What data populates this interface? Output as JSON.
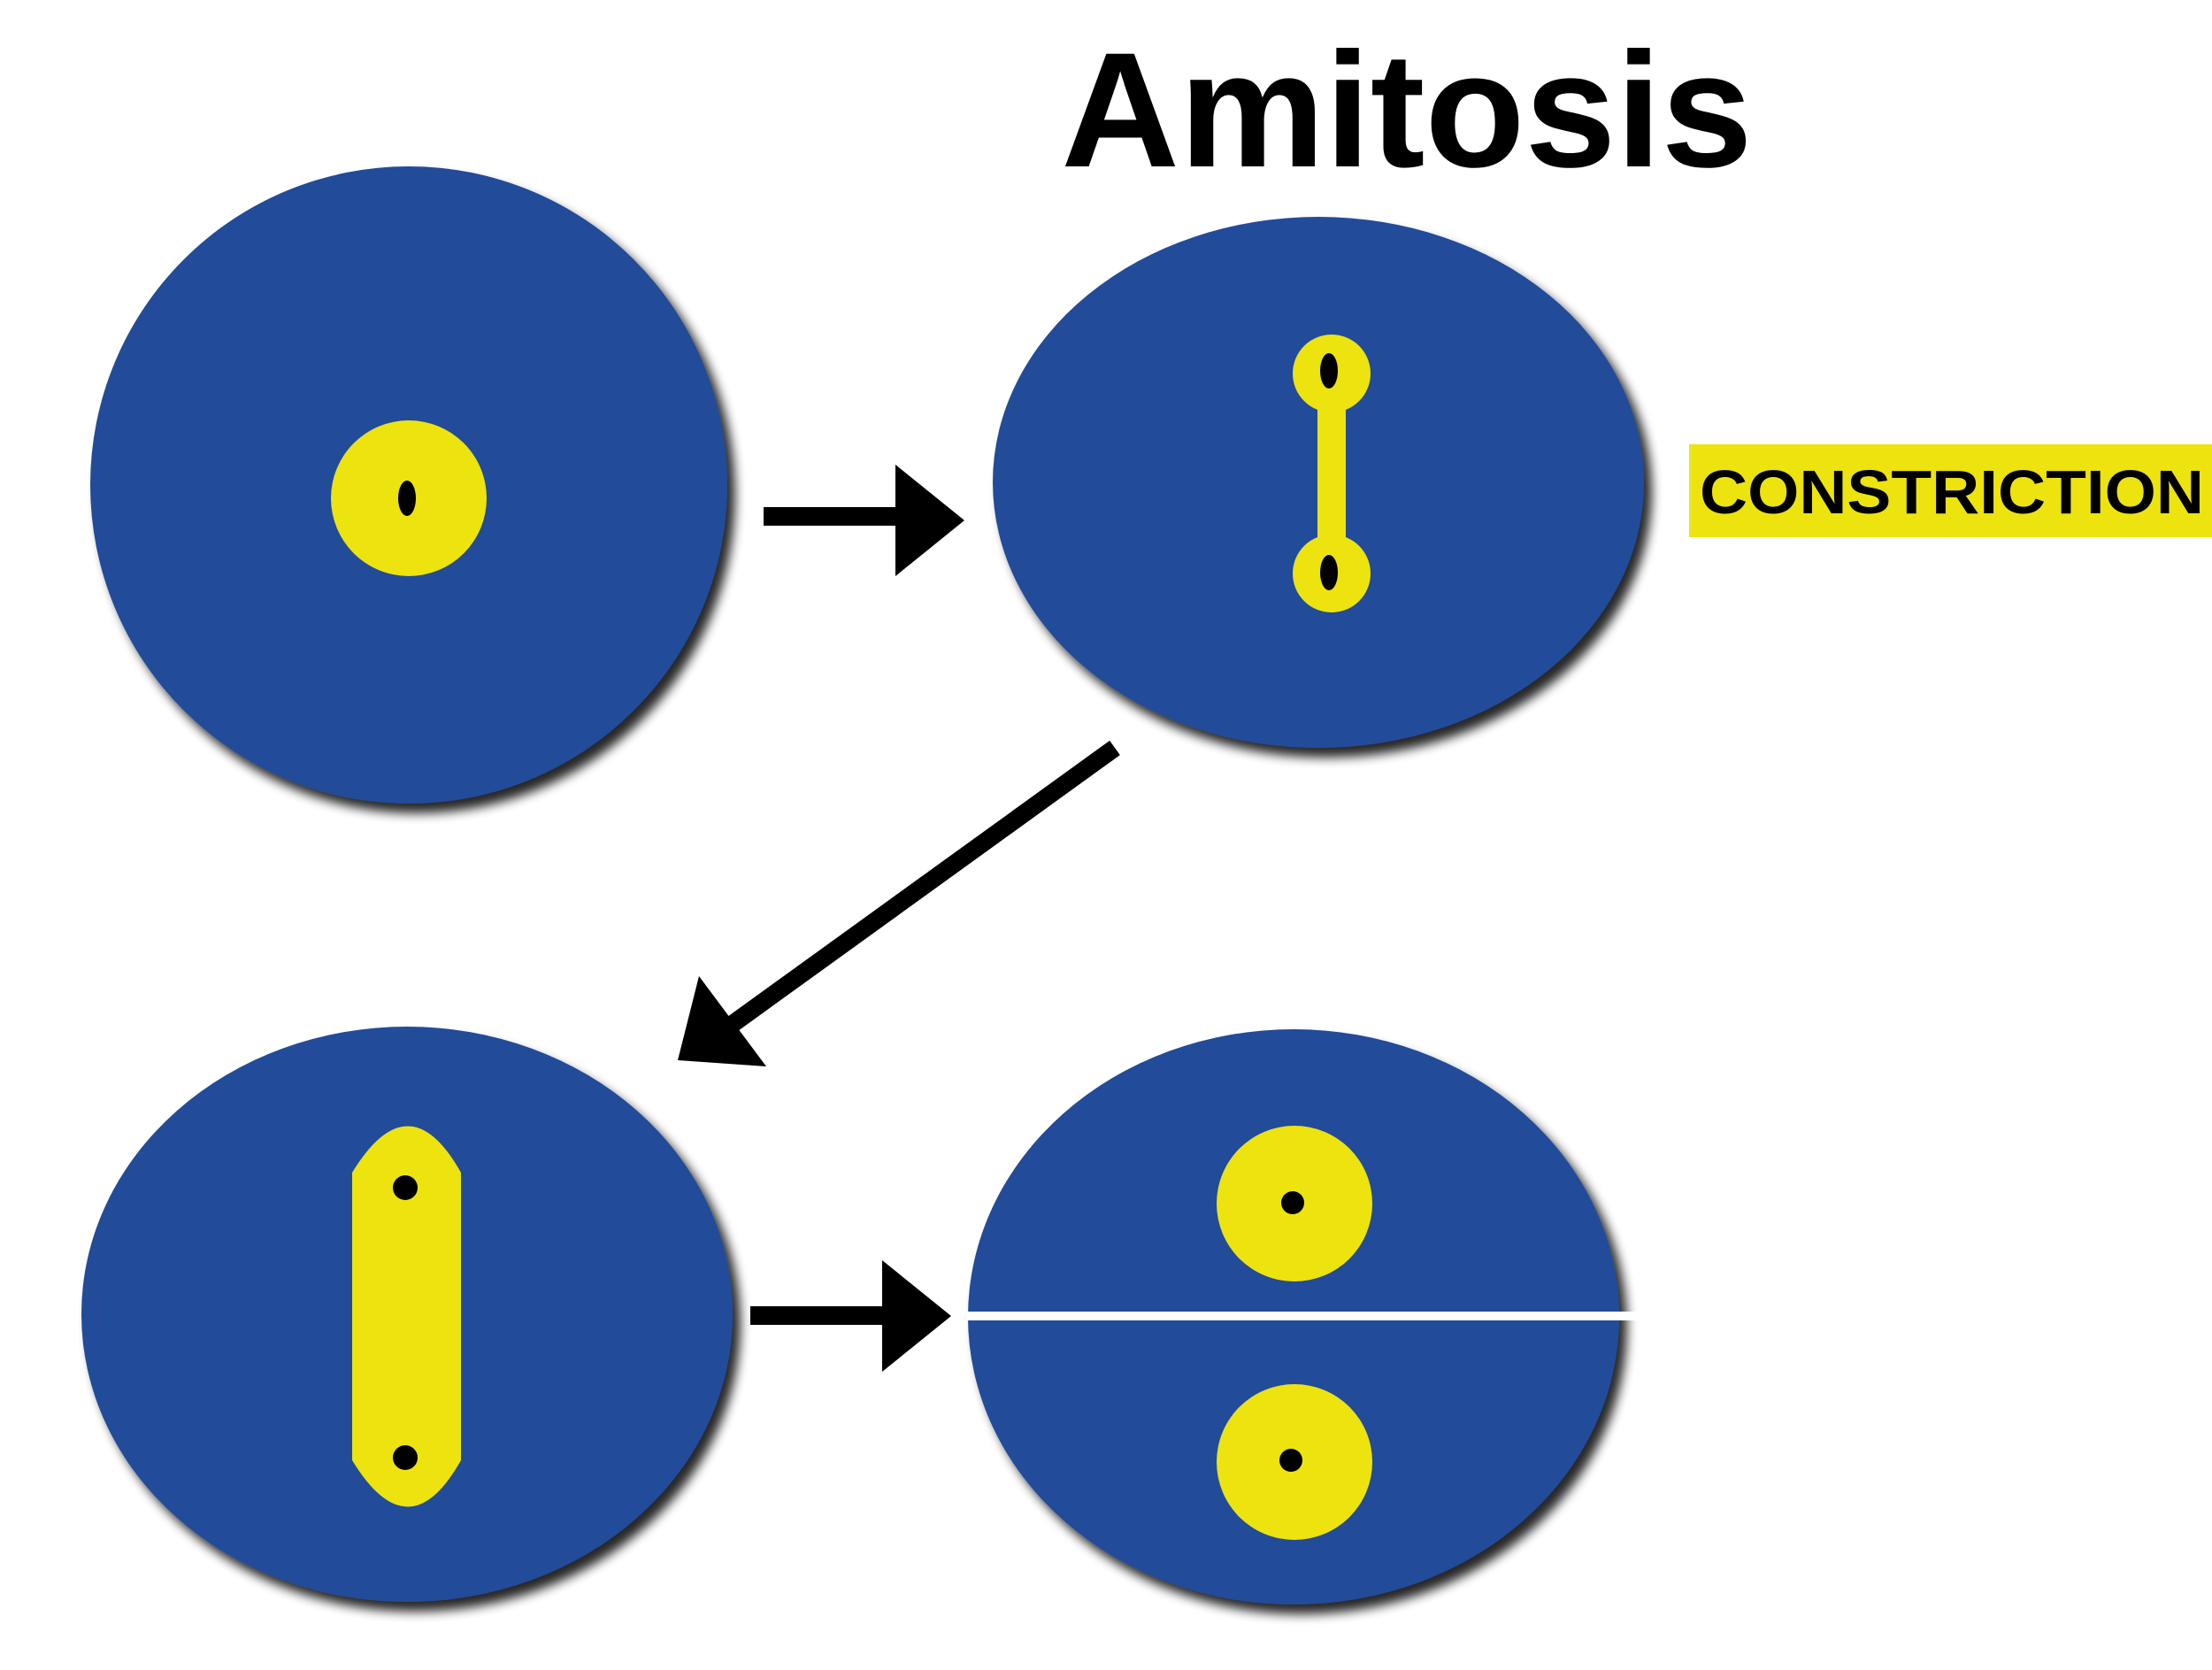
{
  "title": "Amitosis",
  "labels": {
    "constriction": "CONSTRICTION"
  },
  "colors": {
    "cell": "#214C99",
    "nucleus": "#EDE30F",
    "nucleolus": "#000000",
    "arrow": "#000000",
    "label_background": "#EDE30F",
    "division_line": "#ffffff"
  },
  "stages": [
    {
      "stage": 1,
      "description_visible": false
    },
    {
      "stage": 2,
      "description_visible": false
    },
    {
      "stage": 3,
      "description_visible": false
    },
    {
      "stage": 4,
      "description_visible": false
    }
  ]
}
